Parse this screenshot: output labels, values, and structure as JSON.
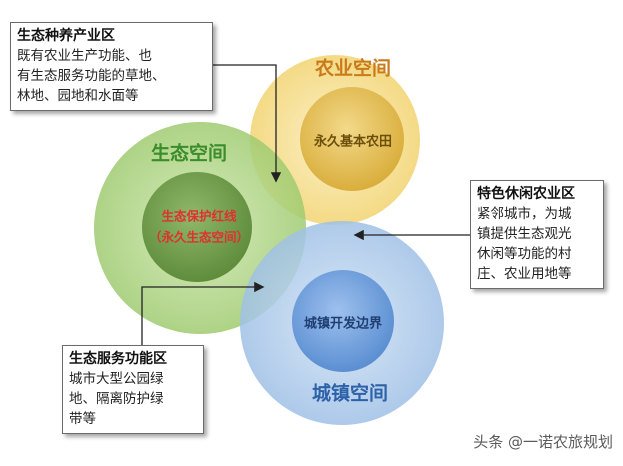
{
  "colors": {
    "agriculture_outer": "#f5dc8c",
    "agriculture_inner": "#e2b84a",
    "ecology_outer": "#a8d07e",
    "ecology_inner": "#6f9c4a",
    "urban_outer": "#a9c8ea",
    "urban_inner": "#6e9fd9",
    "title_green": "#3b8c2a",
    "title_orange": "#c97a1a",
    "title_blue": "#2e62a8",
    "label_red": "#e03030",
    "label_dark_gold": "#6b4f0a",
    "arrow": "#222222"
  },
  "circles": {
    "agriculture": {
      "title": "农业空间",
      "inner": "永久基本农田"
    },
    "ecology": {
      "title": "生态空间",
      "inner_line1": "生态保护红线",
      "inner_line2": "（永久生态空间）"
    },
    "urban": {
      "title": "城镇空间",
      "inner": "城镇开发边界"
    }
  },
  "callouts": {
    "eco_farming": {
      "title": "生态种养产业区",
      "lines": [
        "既有农业生产功能、也",
        "有生态服务功能的草地、",
        "林地、园地和水面等"
      ]
    },
    "leisure_agri": {
      "title": "特色休闲农业区",
      "lines": [
        "紧邻城市，为城",
        "镇提供生态观光",
        "休闲等功能的村",
        "庄、农业用地等"
      ]
    },
    "eco_service": {
      "title": "生态服务功能区",
      "lines": [
        "城市大型公园绿",
        "地、隔离防护绿",
        "带等"
      ]
    }
  },
  "watermark": "头条 @一诺农旅规划"
}
